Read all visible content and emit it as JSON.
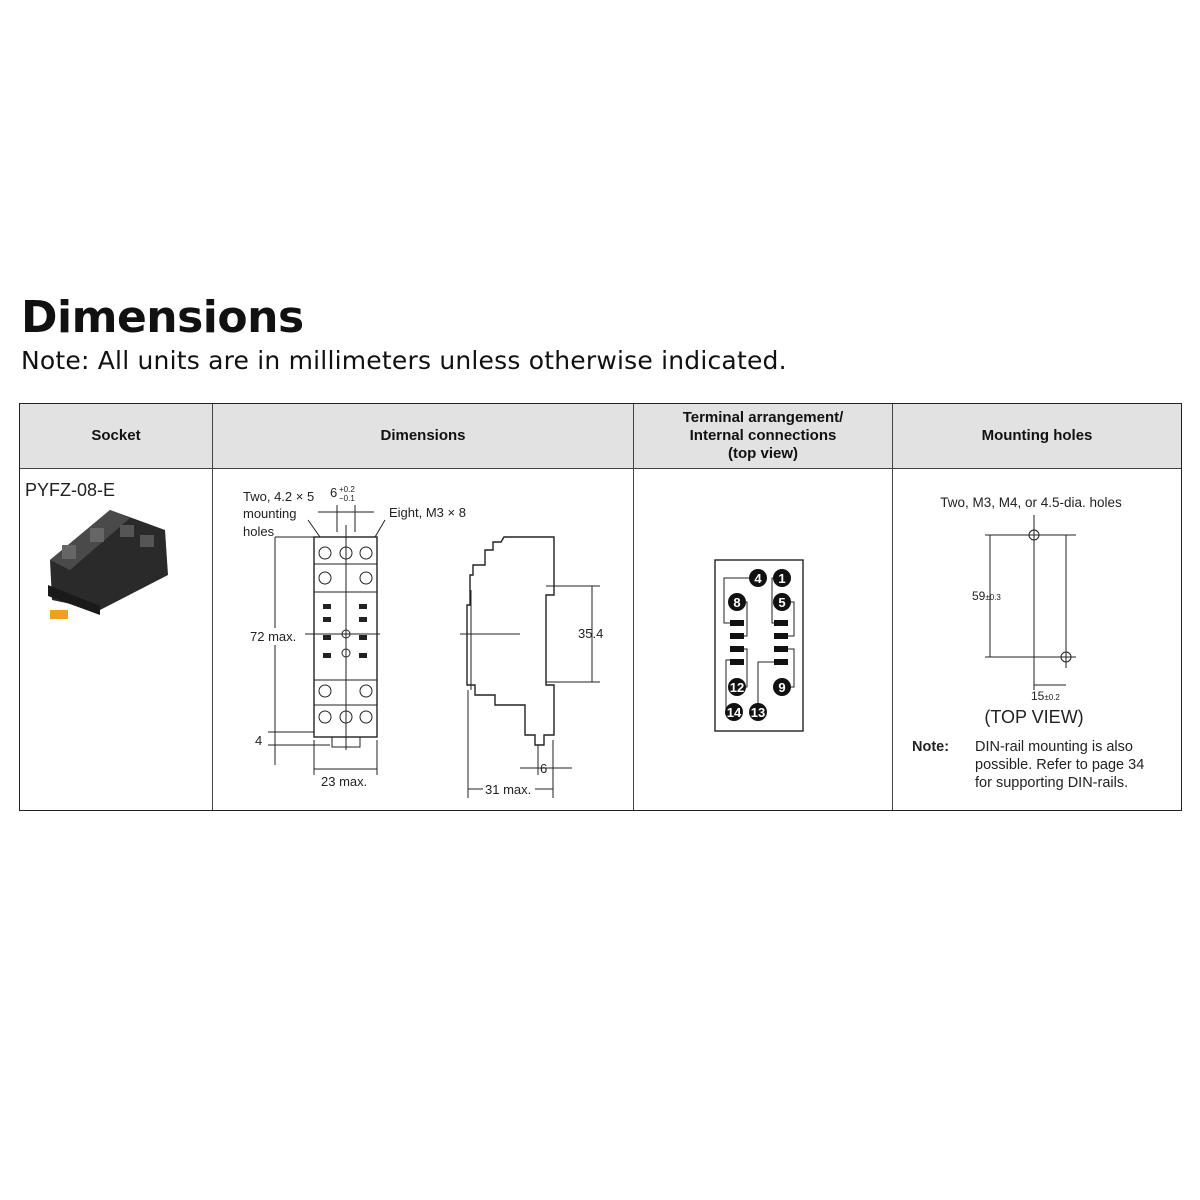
{
  "heading": "Dimensions",
  "note": "Note: All units are in millimeters unless otherwise indicated.",
  "table": {
    "headers": {
      "socket": "Socket",
      "dimensions": "Dimensions",
      "terminal_1": "Terminal arrangement/",
      "terminal_2": "Internal connections",
      "terminal_3": "(top view)",
      "mounting": "Mounting holes"
    },
    "row": {
      "model": "PYFZ-08-E",
      "dims": {
        "two_holes_1": "Two, 4.2 × 5",
        "two_holes_2": "mounting",
        "two_holes_3": "holes",
        "pitch": "6",
        "tol_plus": "+0.2",
        "tol_minus": "−0.1",
        "screws": "Eight, M3 × 8",
        "height": "72 max.",
        "offset": "4",
        "width": "23 max.",
        "rail": "35.4",
        "step": "6",
        "depth": "31 max."
      },
      "terminals": [
        "4",
        "1",
        "8",
        "5",
        "12",
        "9",
        "14",
        "13"
      ],
      "mounting": {
        "holes": "Two, M3, M4, or 4.5-dia. holes",
        "v_dim": "59",
        "v_tol": "±0.3",
        "h_dim": "15",
        "h_tol": "±0.2",
        "view": "(TOP VIEW)",
        "note_label": "Note:",
        "note_1": "DIN-rail mounting is also",
        "note_2": "possible. Refer to page 34",
        "note_3": "for supporting DIN-rails."
      }
    }
  }
}
